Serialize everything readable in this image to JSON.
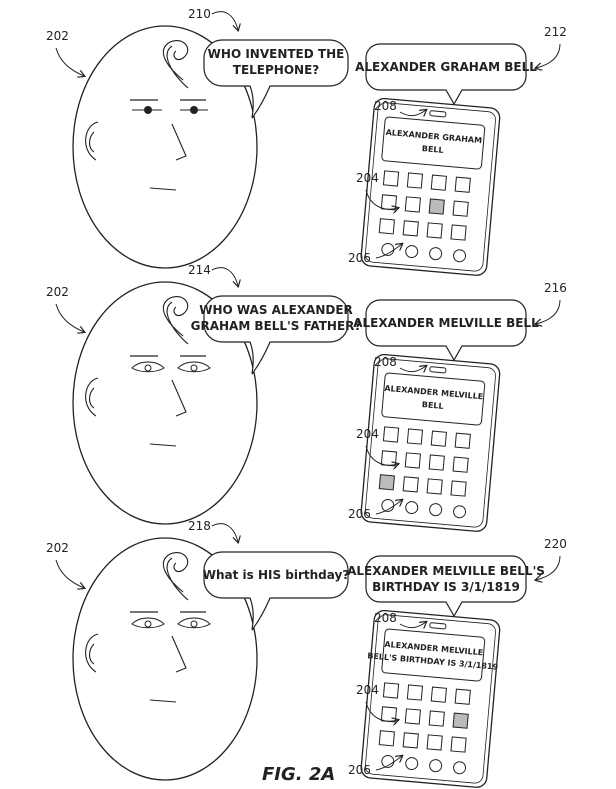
{
  "figure_label": "FIG. 2A",
  "panels": [
    {
      "refs": {
        "head": "202",
        "question": "210",
        "device": "204",
        "camera": "208",
        "screen_ref": "206",
        "answer": "212"
      },
      "question_lines": [
        "WHO INVENTED THE",
        "TELEPHONE?"
      ],
      "answer_lines": [
        "ALEXANDER GRAHAM BELL"
      ],
      "screen_lines": [
        "ALEXANDER GRAHAM",
        "BELL"
      ]
    },
    {
      "refs": {
        "head": "202",
        "question": "214",
        "device": "204",
        "camera": "208",
        "screen_ref": "206",
        "answer": "216"
      },
      "question_lines": [
        "WHO WAS ALEXANDER",
        "GRAHAM BELL'S FATHER?"
      ],
      "answer_lines": [
        "ALEXANDER MELVILLE BELL"
      ],
      "screen_lines": [
        "ALEXANDER MELVILLE",
        "BELL"
      ]
    },
    {
      "refs": {
        "head": "202",
        "question": "218",
        "device": "204",
        "camera": "208",
        "screen_ref": "206",
        "answer": "220"
      },
      "question_lines": [
        "What is HIS birthday?"
      ],
      "answer_lines": [
        "ALEXANDER MELVILLE BELL'S",
        "BIRTHDAY IS 3/1/1819"
      ],
      "screen_lines": [
        "ALEXANDER MELVILLE",
        "BELL'S BIRTHDAY IS 3/1/1819"
      ]
    }
  ]
}
